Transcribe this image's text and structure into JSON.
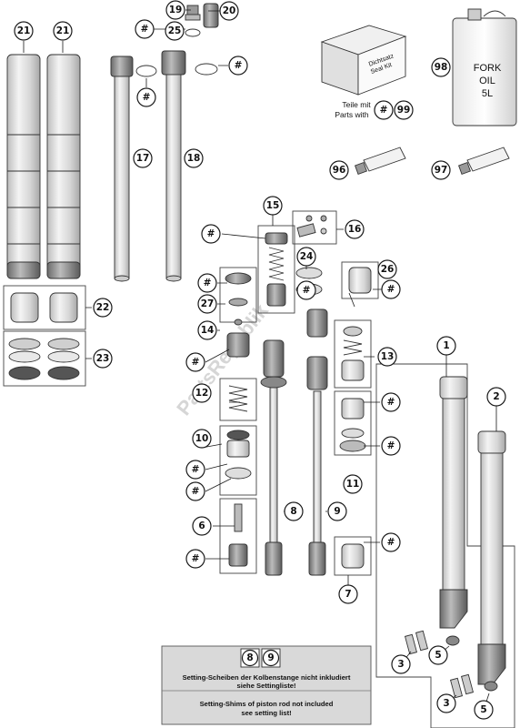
{
  "callouts": {
    "p1": "1",
    "p2": "2",
    "p3": "3",
    "p5": "5",
    "p6": "6",
    "p7": "7",
    "p8": "8",
    "p9": "9",
    "p10": "10",
    "p11": "11",
    "p12": "12",
    "p13": "13",
    "p14": "14",
    "p15": "15",
    "p16": "16",
    "p17": "17",
    "p18": "18",
    "p19": "19",
    "p20": "20",
    "p21": "21",
    "p22": "22",
    "p23": "23",
    "p24": "24",
    "p25": "25",
    "p26": "26",
    "p27": "27",
    "p96": "96",
    "p97": "97",
    "p98": "98",
    "p99": "99",
    "hash": "#"
  },
  "seal_kit": {
    "box_label_1": "Dichtsatz",
    "box_label_2": "Seal Kit",
    "teile_line1": "Teile mit",
    "teile_line2": "Parts with"
  },
  "oil_can": {
    "line1": "FORK",
    "line2": "OIL",
    "line3": "5L"
  },
  "note": {
    "german_line1": "Setting-Scheiben der Kolbenstange nicht inkludiert",
    "german_line2": "siehe Settingliste!",
    "english_line1": "Setting-Shims of piston rod not included",
    "english_line2": "see setting list!"
  },
  "watermark": "PartsRepublik",
  "colors": {
    "metal": "#dcdcdc",
    "dark": "#555555",
    "note_bg": "#d9d9d9",
    "line": "#1a1a1a"
  }
}
